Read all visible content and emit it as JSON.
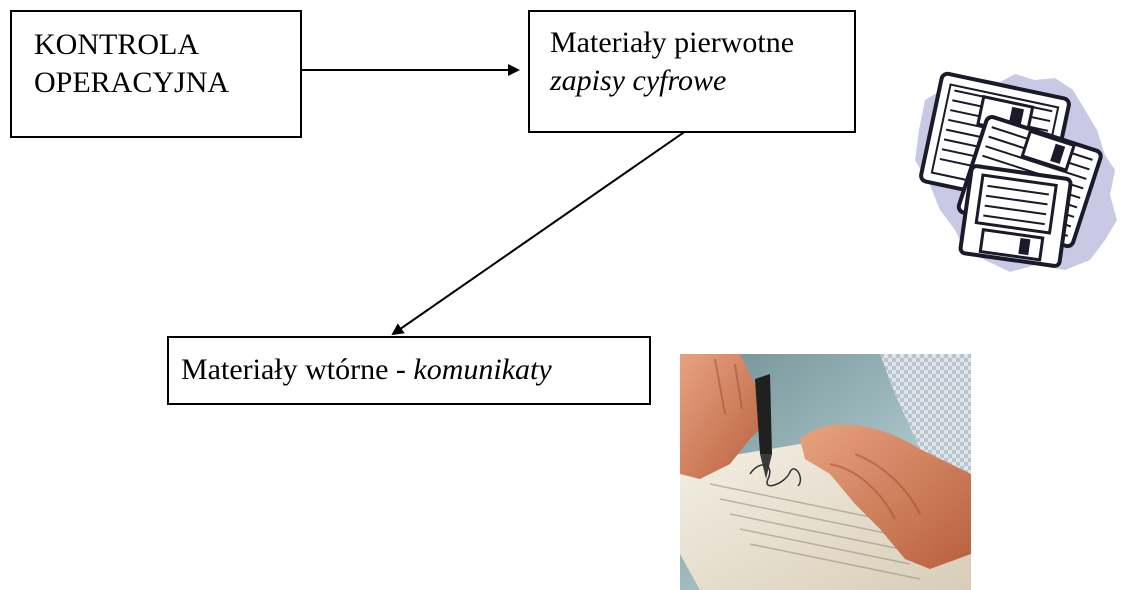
{
  "boxes": {
    "kontrola": {
      "line1": "KONTROLA",
      "line2": "OPERACYJNA"
    },
    "pierwotne": {
      "title": "Materiały pierwotne",
      "subtitle": "zapisy cyfrowe"
    },
    "wtorne": {
      "title": "Materiały wtórne - ",
      "subtitle": "komunikaty"
    }
  },
  "images": {
    "floppy": "floppy-disks-clipart",
    "signing": "hand-signing-document-photo"
  },
  "colors": {
    "border": "#000000",
    "floppy_fill": "#c9c9e6",
    "floppy_stroke": "#1a1a2a"
  }
}
